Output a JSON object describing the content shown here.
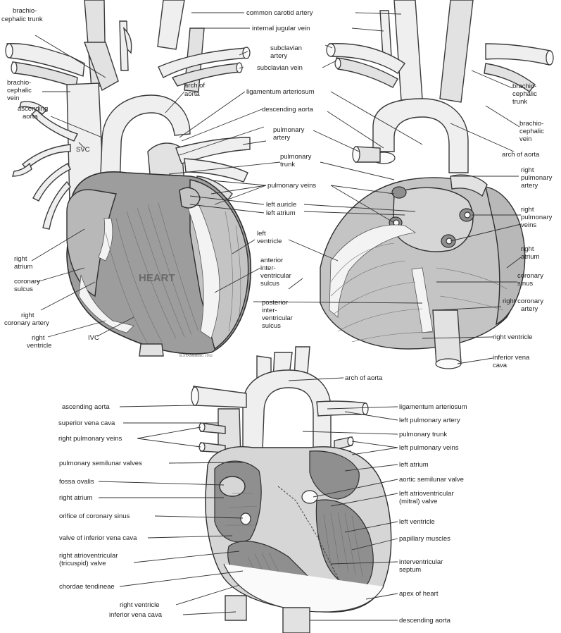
{
  "figure": {
    "heart_text": "HEART",
    "signature": "B.STAMBERG 1992",
    "anterior_view": {
      "labels": [
        "brachio-",
        "cephalic trunk",
        "brachio-",
        "cephalic",
        "vein",
        "ascending",
        "aorta",
        "SVC",
        "right",
        "atrium",
        "coronary",
        "sulcus",
        "right",
        "coronary artery",
        "right",
        "ventricle",
        "IVC",
        "arch of",
        "aorta",
        "left",
        "ventricle",
        "anterior",
        "inter-",
        "ventricular",
        "sulcus"
      ]
    },
    "posterior_view": {
      "labels": [
        "brachio-",
        "cephalic",
        "trunk",
        "brachio-",
        "cephalic",
        "vein",
        "arch of aorta",
        "right",
        "pulmonary",
        "artery",
        "right",
        "pulmonary",
        "veins",
        "right",
        "atrium",
        "coronary",
        "sinus",
        "right coronary",
        "artery",
        "right ventricle",
        "inferior vena",
        "cava",
        "posterior",
        "inter-",
        "ventricular",
        "sulcus"
      ]
    },
    "shared_labels": [
      "common carotid artery",
      "internal jugular vein",
      "subclavian",
      "artery",
      "subclavian vein",
      "ligamentum arteriosum",
      "descending aorta",
      "pulmonary",
      "artery",
      "pulmonary",
      "trunk",
      "pulmonary veins",
      "left auricle",
      "left atrium"
    ],
    "section_view": {
      "left_labels": [
        "ascending aorta",
        "superior vena cava",
        "right pulmonary veins",
        "pulmonary semilunar valves",
        "fossa ovalis",
        "right atrium",
        "orifice of coronary sinus",
        "valve of inferior vena cava",
        "right atrioventricular",
        "(tricuspid) valve",
        "chordae tendineae",
        "right ventricle",
        "inferior vena cava"
      ],
      "right_labels": [
        "arch of aorta",
        "ligamentum arteriosum",
        "left pulmonary artery",
        "pulmonary trunk",
        "left pulmonary veins",
        "left atrium",
        "aortic semilunar valve",
        "left atrioventricular",
        "(mitral) valve",
        "left ventricle",
        "papillary muscles",
        "interventricular",
        "septum",
        "apex of heart",
        "descending aorta"
      ]
    }
  }
}
